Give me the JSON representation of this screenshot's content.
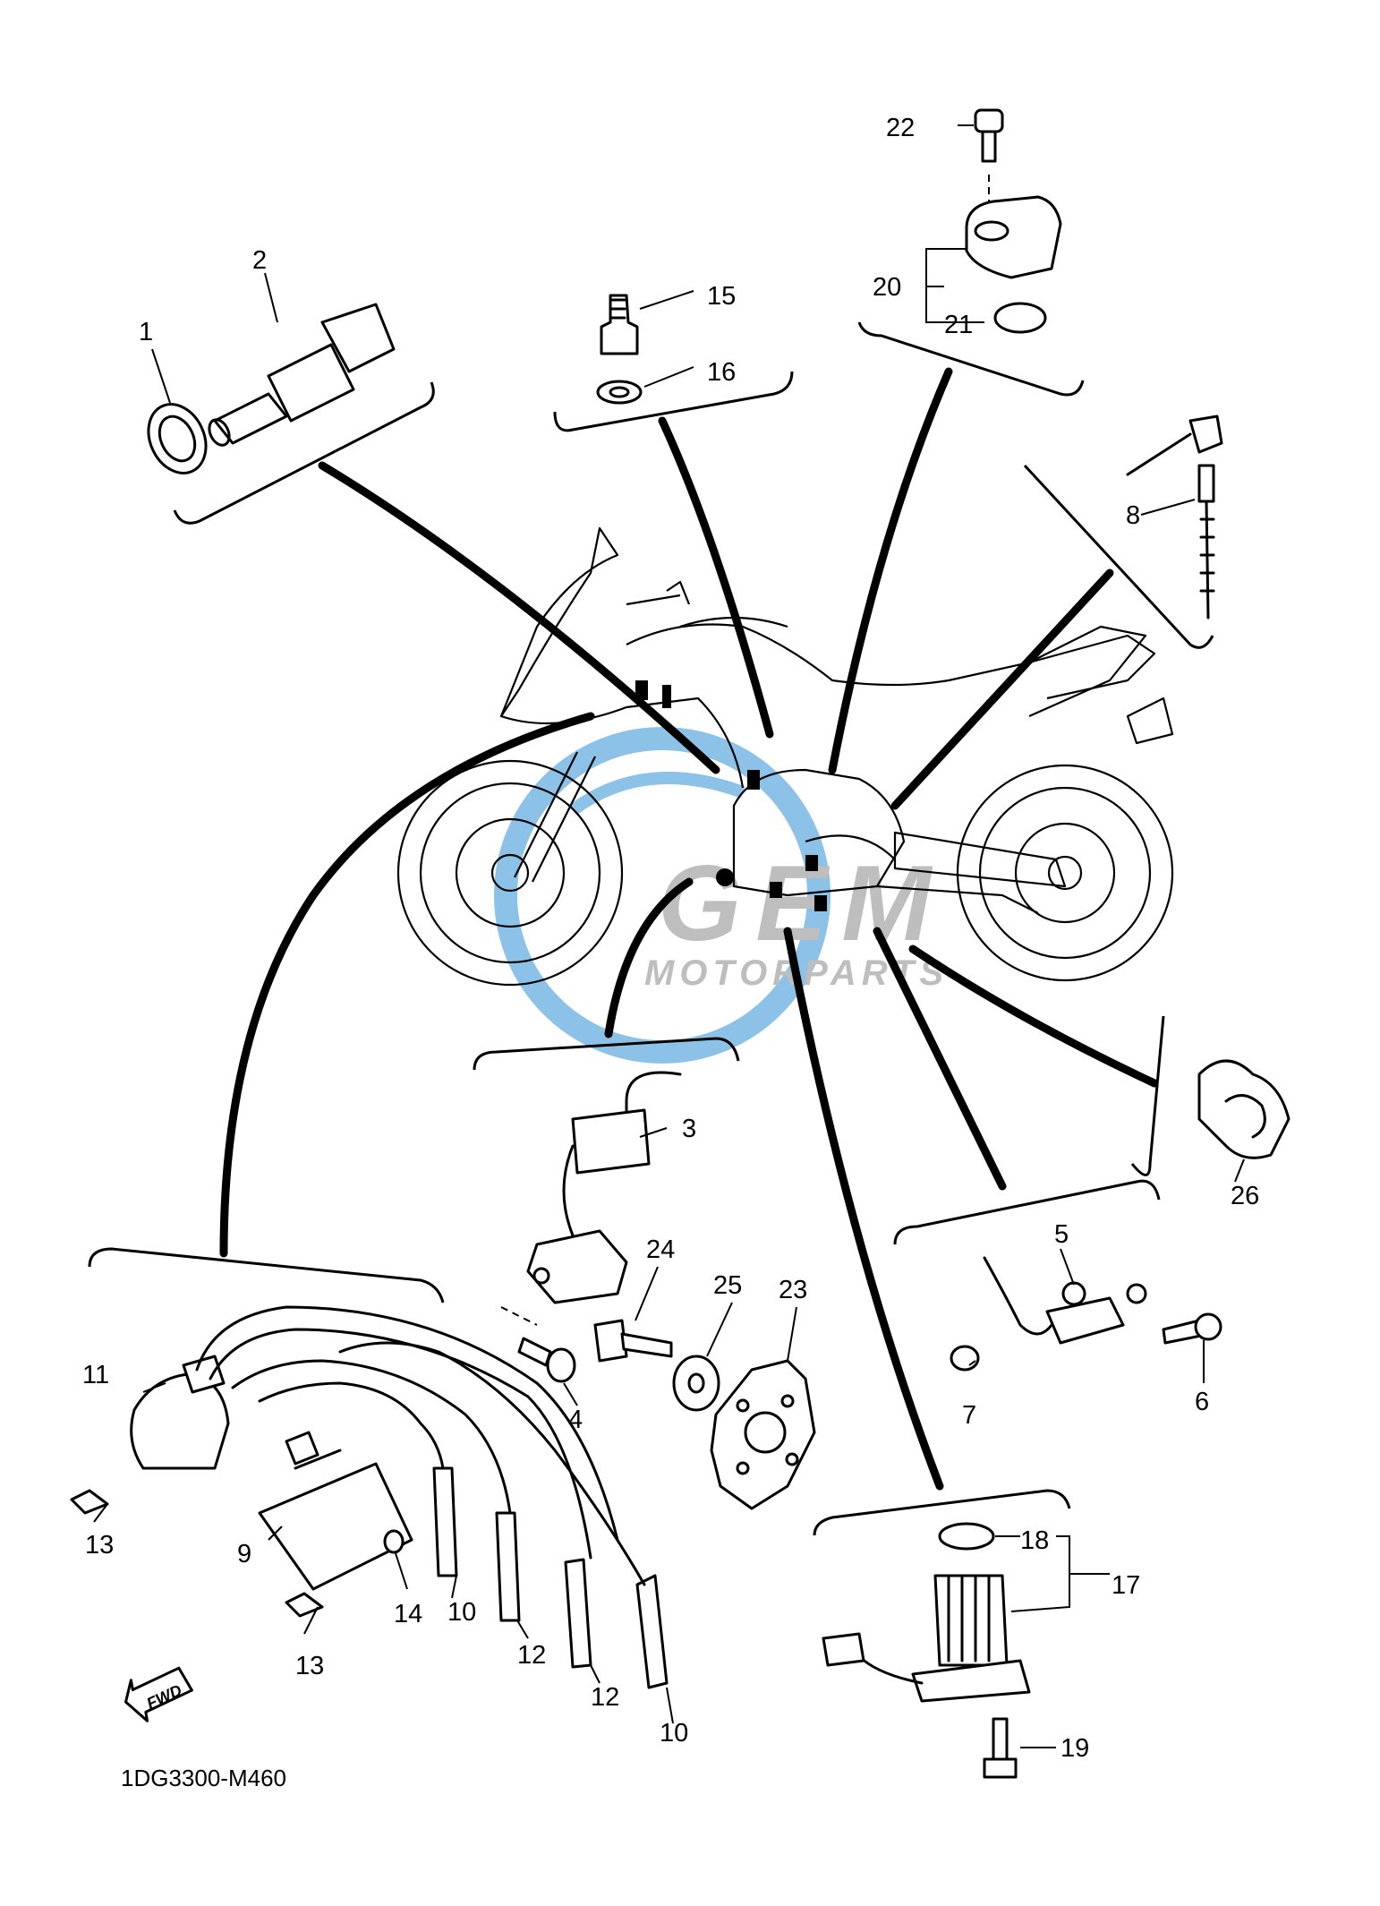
{
  "diagram": {
    "code": "1DG3300-M460",
    "fwd_label": "FWD",
    "watermark": {
      "name": "GEM",
      "subtitle": "MOTORPARTS"
    },
    "callouts": {
      "c1": "1",
      "c2": "2",
      "c3": "3",
      "c4": "4",
      "c5": "5",
      "c6": "6",
      "c7": "7",
      "c8": "8",
      "c9": "9",
      "c10a": "10",
      "c10b": "10",
      "c11": "11",
      "c12a": "12",
      "c12b": "12",
      "c13a": "13",
      "c13b": "13",
      "c14": "14",
      "c15": "15",
      "c16": "16",
      "c17": "17",
      "c18": "18",
      "c19": "19",
      "c20": "20",
      "c21": "21",
      "c22": "22",
      "c23": "23",
      "c24": "24",
      "c25": "25",
      "c26": "26"
    },
    "colors": {
      "line": "#000000",
      "watermark_blue": "#2f8fd6",
      "watermark_gray": "#8a8a8a"
    }
  }
}
